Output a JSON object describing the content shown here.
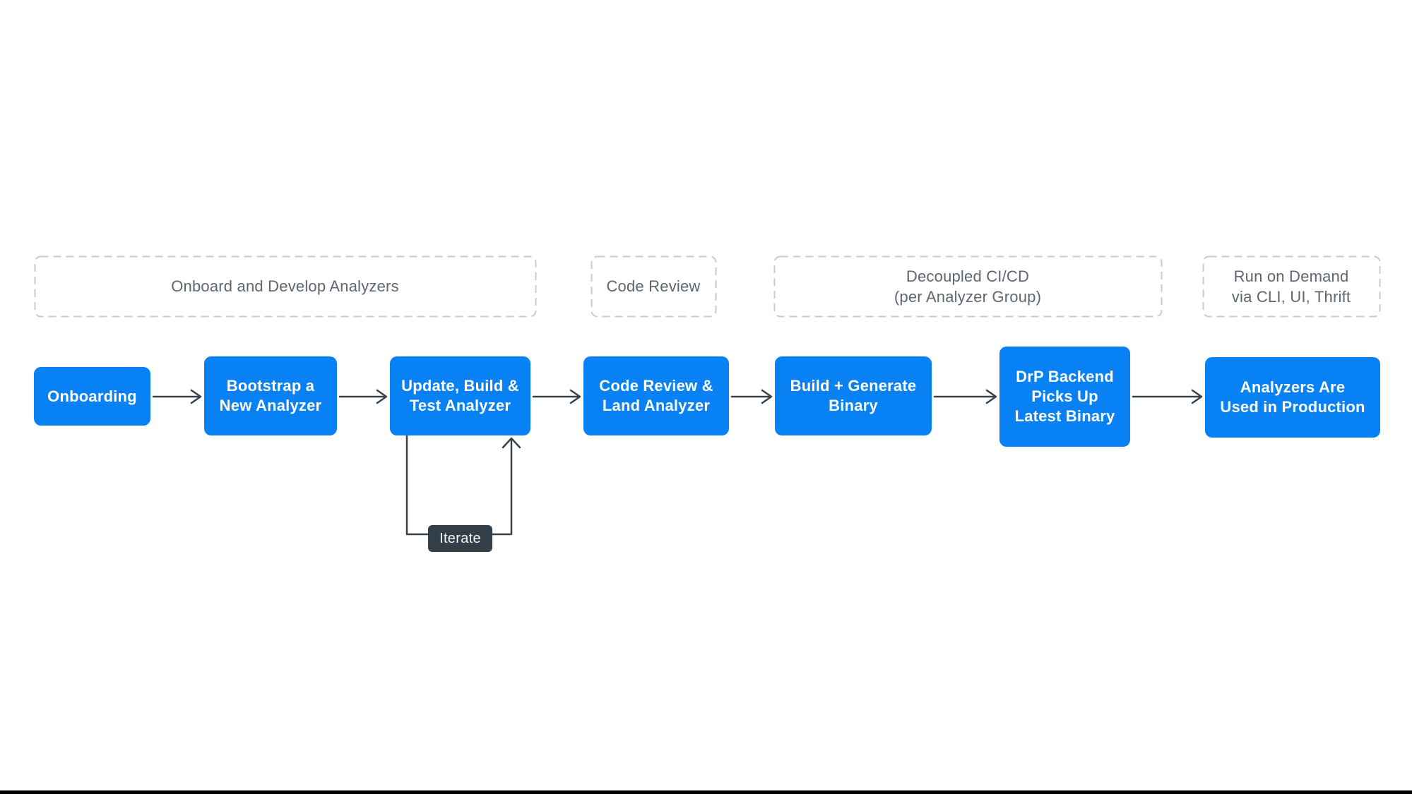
{
  "diagram": {
    "groups": [
      {
        "id": "onboard-develop",
        "lines": [
          "Onboard and Develop Analyzers"
        ]
      },
      {
        "id": "code-review",
        "lines": [
          "Code Review"
        ]
      },
      {
        "id": "decoupled-cicd",
        "lines": [
          "Decoupled CI/CD",
          "(per Analyzer Group)"
        ]
      },
      {
        "id": "run-on-demand",
        "lines": [
          "Run on Demand",
          "via CLI, UI, Thrift"
        ]
      }
    ],
    "nodes": [
      {
        "id": "onboarding",
        "lines": [
          "Onboarding"
        ]
      },
      {
        "id": "bootstrap-new-analyzer",
        "lines": [
          "Bootstrap a",
          "New Analyzer"
        ]
      },
      {
        "id": "update-build-test",
        "lines": [
          "Update, Build &",
          "Test Analyzer"
        ]
      },
      {
        "id": "code-review-land",
        "lines": [
          "Code Review &",
          "Land Analyzer"
        ]
      },
      {
        "id": "build-generate-binary",
        "lines": [
          "Build + Generate",
          "Binary"
        ]
      },
      {
        "id": "drp-backend-picks-up",
        "lines": [
          "DrP Backend",
          "Picks Up",
          "Latest Binary"
        ]
      },
      {
        "id": "analyzers-production",
        "lines": [
          "Analyzers Are",
          "Used in Production"
        ]
      }
    ],
    "loop_label": "Iterate",
    "colors": {
      "node_fill": "#0881F5",
      "node_text": "#FFFFFF",
      "group_border": "#C8CBD0",
      "group_text": "#5F6670",
      "connector": "#37424B",
      "loop_label_bg": "#333F48",
      "loop_label_text": "#F2F4F6",
      "bottom_bar": "#000000",
      "background": "#FFFFFF"
    }
  }
}
